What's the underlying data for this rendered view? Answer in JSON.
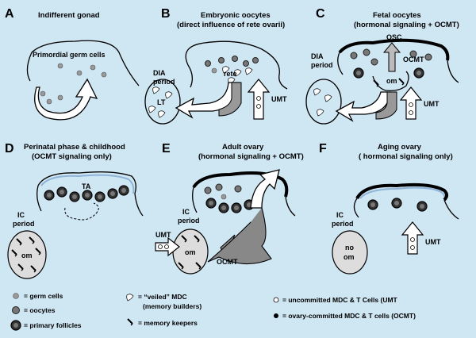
{
  "panels": {
    "A": {
      "letter": "A",
      "title": "Indifferent gonad",
      "label_pgc": "Primordial germ cells"
    },
    "B": {
      "letter": "B",
      "title": "Embryonic oocytes",
      "subtitle": "(direct influence of rete ovarii)",
      "dia_line1": "DIA",
      "dia_line2": "period",
      "lt": "LT",
      "rete": "rete",
      "umt": "UMT"
    },
    "C": {
      "letter": "C",
      "title": "Fetal oocytes",
      "subtitle": "(hormonal signaling + OCMT)",
      "dia_line1": "DIA",
      "dia_line2": "period",
      "osc": "OSC",
      "ocmt": "OCMT",
      "om": "om",
      "umt": "UMT"
    },
    "D": {
      "letter": "D",
      "title": "Perinatal phase & childhood",
      "subtitle": "(OCMT signaling only)",
      "ta": "TA",
      "ic_line1": "IC",
      "ic_line2": "period",
      "om": "om"
    },
    "E": {
      "letter": "E",
      "title": "Adult ovary",
      "subtitle": "(hormonal signaling + OCMT)",
      "ic_line1": "IC",
      "ic_line2": "period",
      "umt": "UMT",
      "om": "om",
      "ocmt": "OCMT"
    },
    "F": {
      "letter": "F",
      "title": "Aging ovary",
      "subtitle": "( hormonal signaling only)",
      "ic_line1": "IC",
      "ic_line2": "period",
      "no_om_line1": "no",
      "no_om_line2": "om",
      "umt": "UMT"
    }
  },
  "legend": {
    "germ_cells": "= germ cells",
    "oocytes": "= oocytes",
    "primary_follicles": "= primary follicles",
    "veiled_mdc_line1": "= “veiled” MDC",
    "veiled_mdc_line2": "(memory builders)",
    "memory_keepers": "= memory keepers",
    "uncommitted": "= uncommitted MDC & T Cells (UMT",
    "committed": "= ovary-committed MDC & T cells (OCMT)"
  },
  "colors": {
    "background": "#cfe6f3",
    "gray_fill": "#999999",
    "dark_fill": "#333333",
    "ocmt_arrow": "#888888",
    "ic_body_fill": "#dddddd"
  }
}
